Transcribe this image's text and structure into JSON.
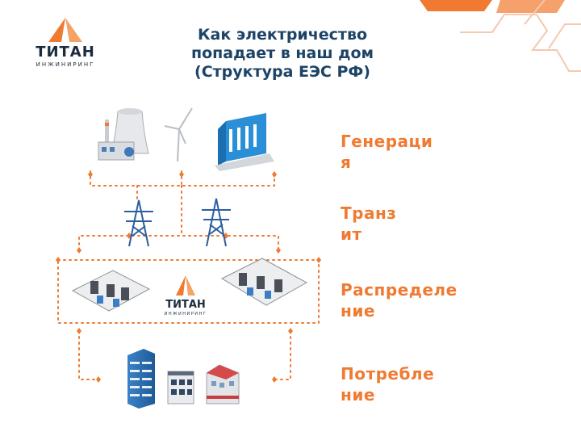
{
  "logo": {
    "name": "ТИТАН",
    "sub": "ИНЖИНИРИНГ"
  },
  "title": "Как электричество попадает в наш дом (Структура ЕЭС РФ)",
  "levels": {
    "generation": "Генерация",
    "transit": "Транзит",
    "distribution": "Распределение",
    "consumption": "Потребление"
  },
  "center_logo": {
    "name": "ТИТАН",
    "sub": "ИНЖИНИРИНГ"
  },
  "colors": {
    "accent": "#f07a32",
    "title": "#1d4466",
    "dot": "#f07a32"
  }
}
